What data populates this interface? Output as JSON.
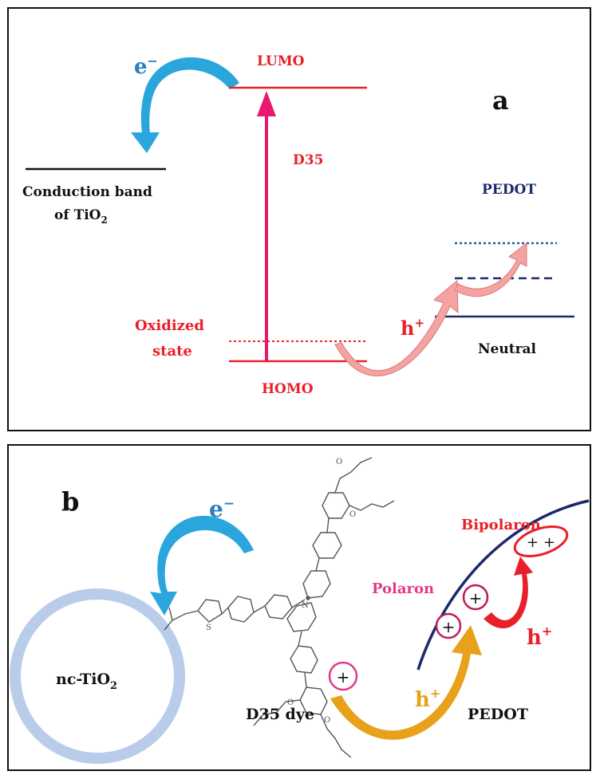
{
  "panel_a": {
    "label": "a",
    "electron": {
      "symbol": "e",
      "charge": "−"
    },
    "lumo": "LUMO",
    "homo": "HOMO",
    "dye": "D35",
    "cb_line1": "Conduction band",
    "cb_line2_prefix": "of TiO",
    "cb_line2_sub": "2",
    "oxidized_line1": "Oxidized",
    "oxidized_line2": "state",
    "hole": {
      "symbol": "h",
      "charge": "+"
    },
    "pedot": "PEDOT",
    "neutral": "Neutral"
  },
  "panel_b": {
    "label": "b",
    "electron": {
      "symbol": "e",
      "charge": "−"
    },
    "tio2_prefix": "nc-TiO",
    "tio2_sub": "2",
    "dye": "D35 dye",
    "pedot": "PEDOT",
    "polaron": "Polaron",
    "bipolaron": "Bipolaron",
    "hole_yellow": {
      "symbol": "h",
      "charge": "+"
    },
    "hole_red": {
      "symbol": "h",
      "charge": "+"
    },
    "plus": "+",
    "plusplus": "+ +",
    "atom_o": "O",
    "atom_s": "S",
    "atom_n": "N"
  },
  "colors": {
    "red": "#e8202a",
    "magenta": "#e8176f",
    "navy": "#1c2a6b",
    "cyan": "#2a9fd8",
    "salmon": "#f4a3a3",
    "orange": "#e8a11a",
    "ring": "#b9cdea",
    "pink": "#e0398a"
  }
}
